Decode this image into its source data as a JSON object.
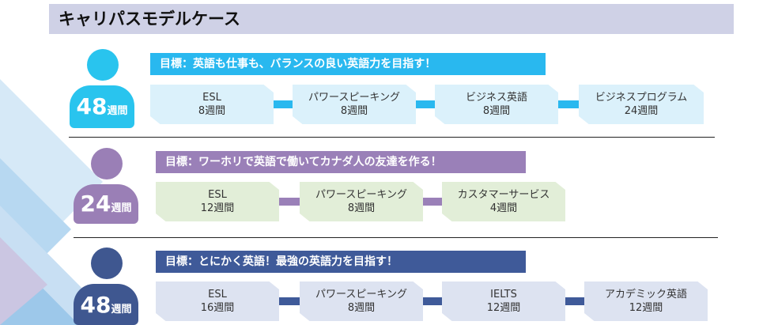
{
  "title": "キャリパスモデルケース",
  "colors": {
    "title_bg": "#cfd1e6",
    "plan1": "#29b8ef",
    "plan2": "#9a80b8",
    "plan3": "#3f5a99"
  },
  "plans": [
    {
      "duration_num": "48",
      "duration_unit": "週間",
      "goal": "目標：英語も仕事も、バランスの良い英語力を目指す！",
      "steps": [
        {
          "name": "ESL",
          "weeks": "8週間"
        },
        {
          "name": "パワースピーキング",
          "weeks": "8週間"
        },
        {
          "name": "ビジネス英語",
          "weeks": "8週間"
        },
        {
          "name": "ビジネスプログラム",
          "weeks": "24週間"
        }
      ]
    },
    {
      "duration_num": "24",
      "duration_unit": "週間",
      "goal": "目標：ワーホリで英語で働いてカナダ人の友達を作る！",
      "steps": [
        {
          "name": "ESL",
          "weeks": "12週間"
        },
        {
          "name": "パワースピーキング",
          "weeks": "8週間"
        },
        {
          "name": "カスタマーサービス",
          "weeks": "4週間"
        }
      ]
    },
    {
      "duration_num": "48",
      "duration_unit": "週間",
      "goal": "目標：とにかく英語！最強の英語力を目指す！",
      "steps": [
        {
          "name": "ESL",
          "weeks": "16週間"
        },
        {
          "name": "パワースピーキング",
          "weeks": "8週間"
        },
        {
          "name": "IELTS",
          "weeks": "12週間"
        },
        {
          "name": "アカデミック英語",
          "weeks": "12週間"
        }
      ]
    }
  ]
}
